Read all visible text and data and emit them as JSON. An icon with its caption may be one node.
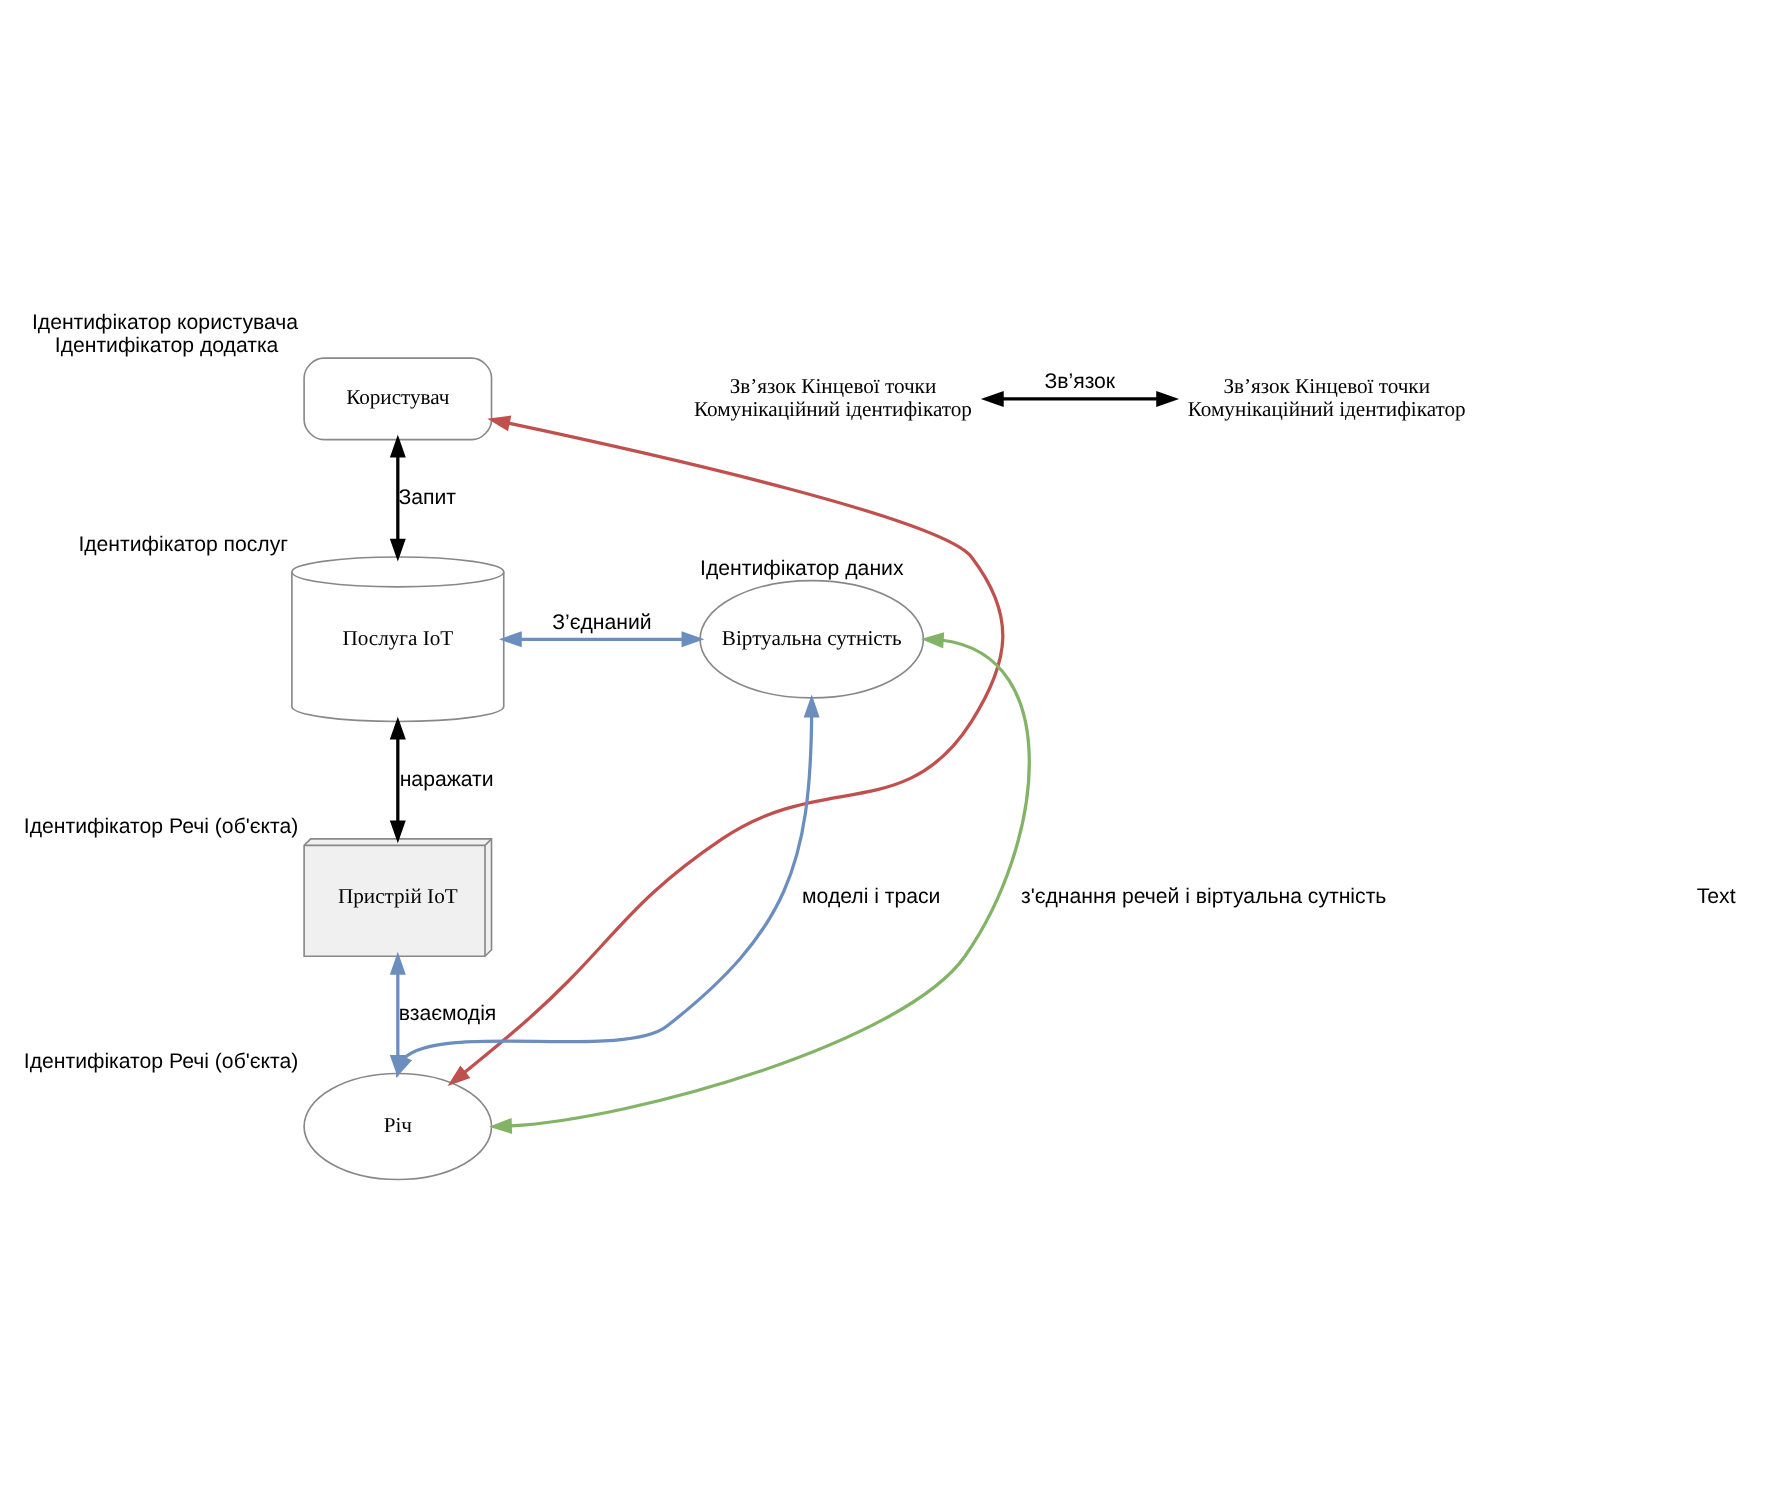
{
  "diagram": {
    "nodes": [
      {
        "text": [
          "Користувач"
        ],
        "beside": [
          "Ідентифікатор користувача",
          "Ідентифікатор додатка"
        ]
      },
      {
        "text": [
          "Послуга IoT"
        ],
        "beside": [
          "Ідентифікатор послуг"
        ]
      },
      {
        "text": [
          "Віртуальна сутність"
        ],
        "beside": [
          "Ідентифікатор даних"
        ]
      },
      {
        "text": [
          "Пристрій IoT"
        ],
        "beside": [
          "Ідентифікатор Речі (об'єкта)"
        ]
      },
      {
        "text": [
          "Річ"
        ],
        "beside": [
          "Ідентифікатор Речі (об'єкта)"
        ]
      },
      {
        "text": [
          "Зв’язок Кінцевої точки",
          "Комунікаційний ідентифікатор"
        ]
      },
      {
        "text": [
          "Зв’язок Кінцевої точки",
          "Комунікаційний ідентифікатор"
        ]
      }
    ],
    "edges": [
      {
        "from": 5,
        "to": 6,
        "arrow": "both",
        "label": "Зв’язок"
      },
      {
        "from": 0,
        "to": 1,
        "arrow": "both",
        "label": "Запит"
      },
      {
        "from": 1,
        "to": 2,
        "arrow": "both",
        "label": "З’єднаний",
        "color": "#6c8ebf"
      },
      {
        "from": 1,
        "to": 3,
        "arrow": "both",
        "label": "наражати"
      },
      {
        "from": 3,
        "to": 4,
        "arrow": "both",
        "label": "взаємодія",
        "color": "#6c8ebf"
      },
      {
        "from": 4,
        "to": 2,
        "arrow": "both",
        "label": "моделі і траси",
        "color": "#6c8ebf"
      },
      {
        "from": 4,
        "to": 2,
        "arrow": "both",
        "label": "з'єднання речей і віртуальна сутність",
        "color": "#82b366"
      },
      {
        "from": 0,
        "to": 4,
        "arrow": "both",
        "color": "#c0504d"
      }
    ],
    "labels": [
      "Text"
    ]
  }
}
